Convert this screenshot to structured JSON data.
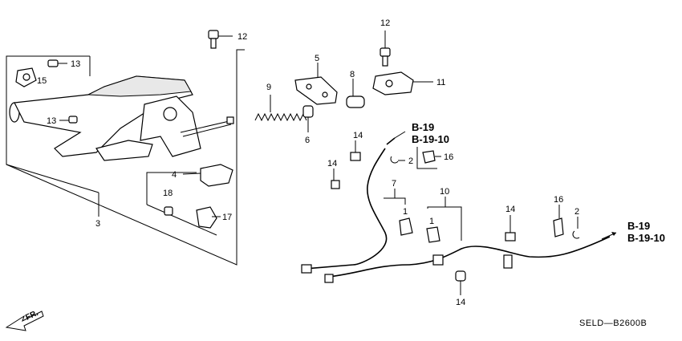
{
  "callouts": {
    "c1a": "1",
    "c1b": "1",
    "c2a": "2",
    "c2b": "2",
    "c3": "3",
    "c4": "4",
    "c5": "5",
    "c6": "6",
    "c7": "7",
    "c8": "8",
    "c9": "9",
    "c10": "10",
    "c11": "11",
    "c12a": "12",
    "c12b": "12",
    "c13a": "13",
    "c13b": "13",
    "c14a": "14",
    "c14b": "14",
    "c14c": "14",
    "c14d": "14",
    "c15": "15",
    "c16a": "16",
    "c16b": "16",
    "c17": "17",
    "c18": "18"
  },
  "references": {
    "upper_a": "B-19",
    "upper_b": "B-19-10",
    "right_a": "B-19",
    "right_b": "B-19-10"
  },
  "direction_label": "FR.",
  "diagram_code": "SELD—B2600B"
}
